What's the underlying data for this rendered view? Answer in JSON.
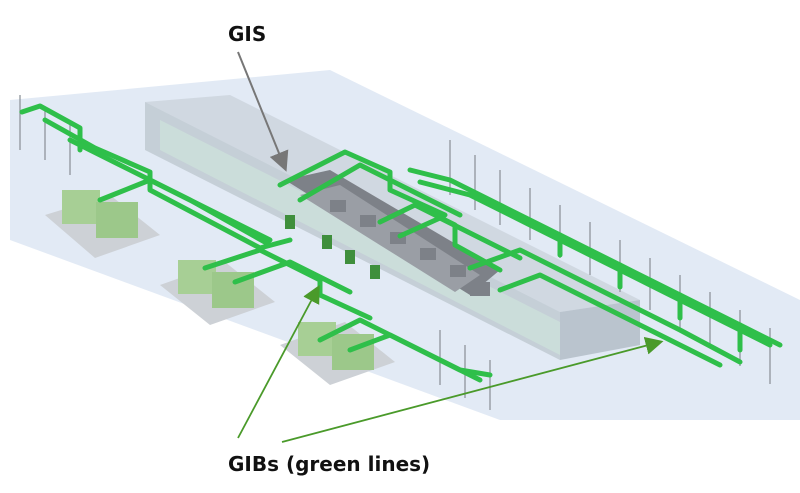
{
  "labels": {
    "gis": "GIS",
    "gibs": "GIBs (green lines)"
  },
  "colors": {
    "gib_green": "#2fbf4a",
    "gib_green_dark": "#1f9a36",
    "ground": "#dfe8f4",
    "building": "#cfd8df",
    "gis_gray": "#7d8188",
    "transformer": "#a7cf95",
    "pad": "#cdd1d6",
    "arrow_gray": "#777777",
    "arrow_green": "#4a9a2a"
  },
  "icons": {
    "gis_arrow": "arrow-pointer",
    "gib_arrows": "arrow-pointer"
  }
}
